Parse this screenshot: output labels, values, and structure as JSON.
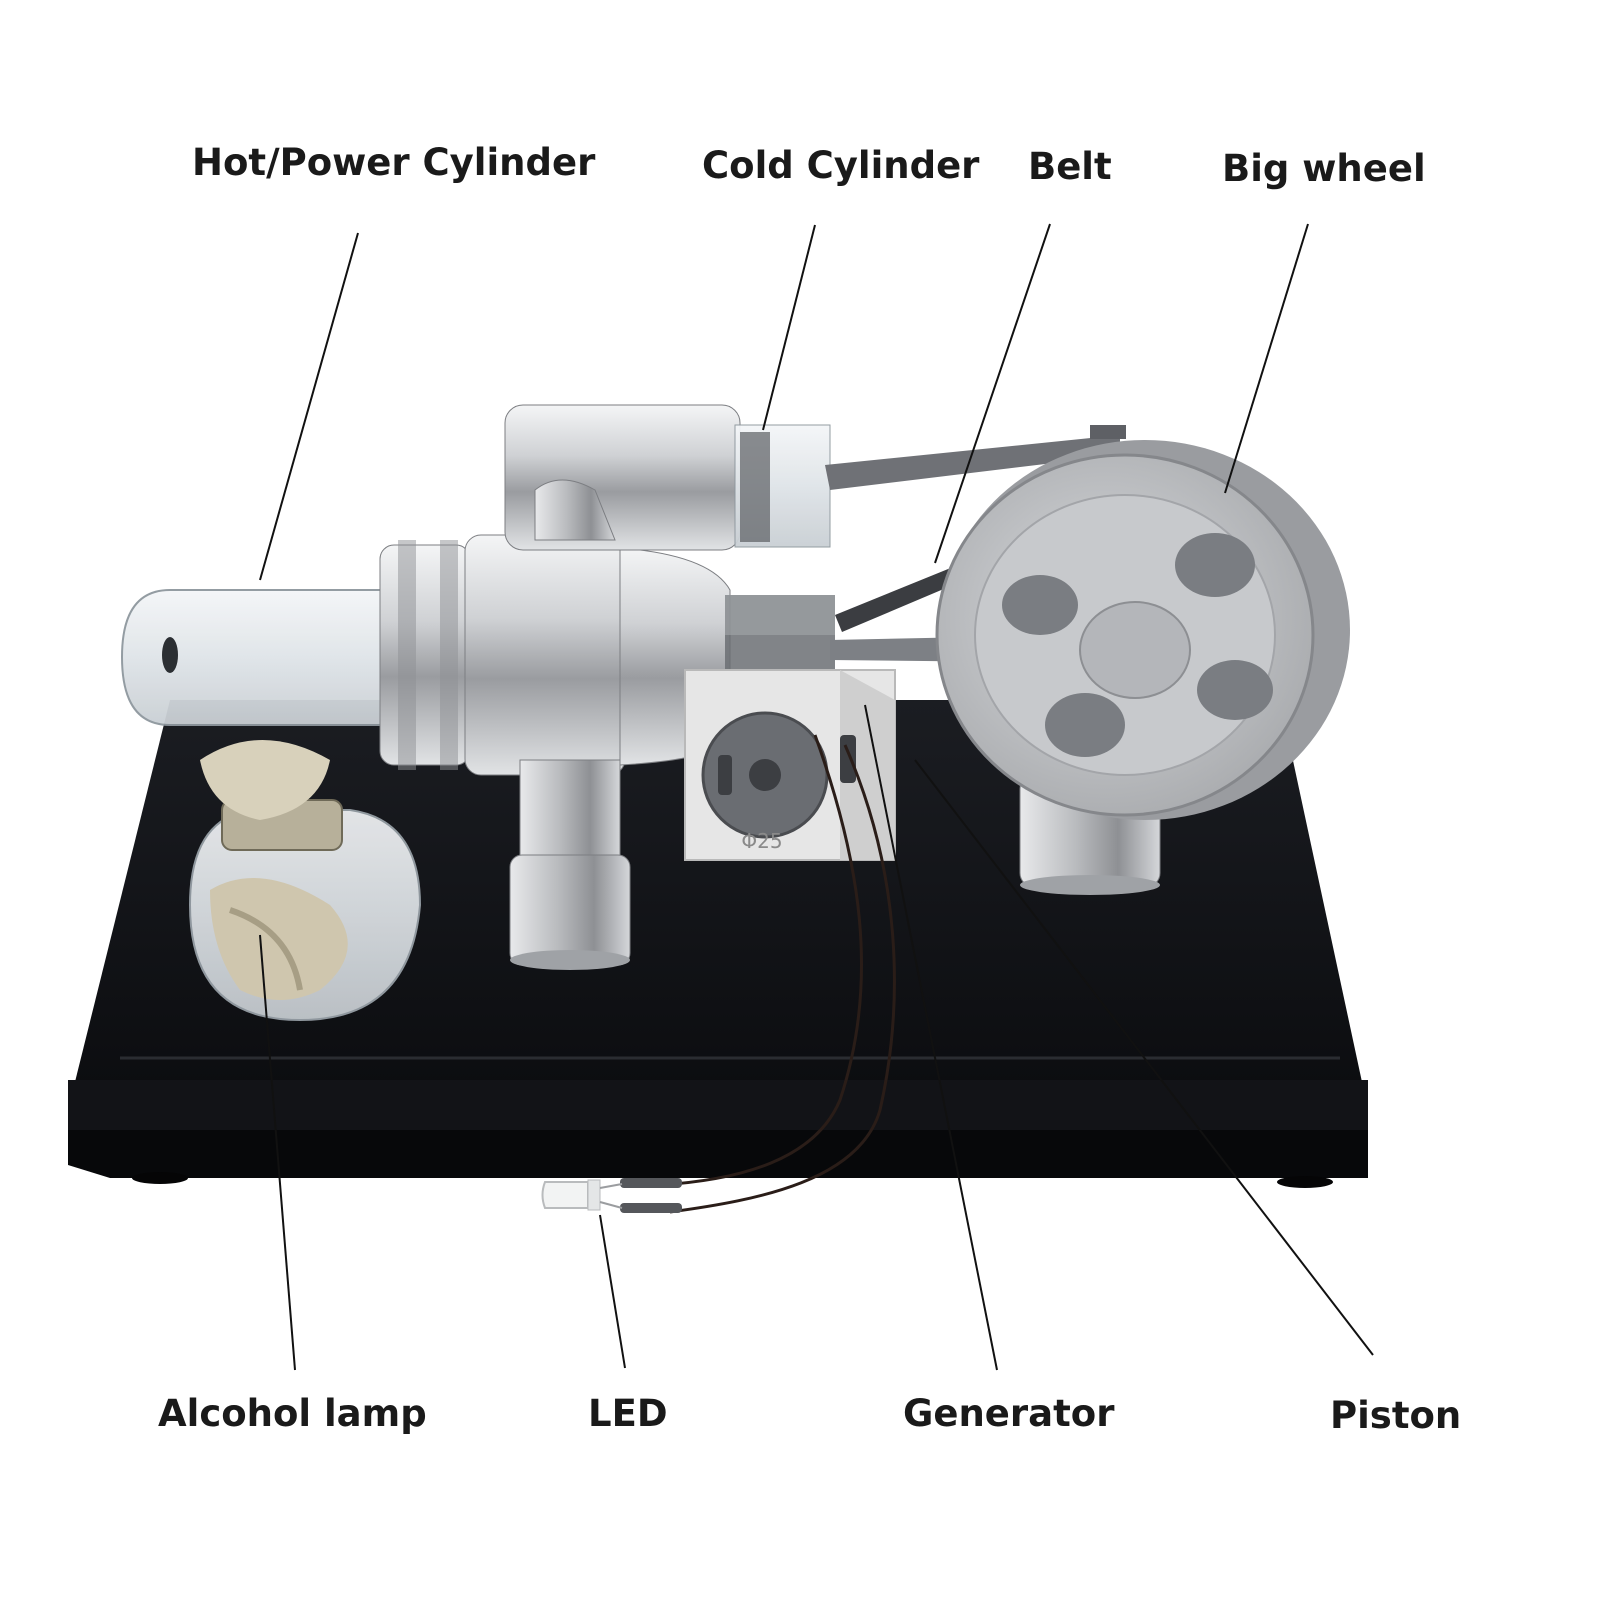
{
  "labels": {
    "hot_power_cylinder": "Hot/Power Cylinder",
    "cold_cylinder": "Cold Cylinder",
    "belt": "Belt",
    "big_wheel": "Big wheel",
    "alcohol_lamp": "Alcohol lamp",
    "led": "LED",
    "generator": "Generator",
    "piston": "Piston"
  },
  "generator_marking": "Φ25",
  "colors": {
    "background": "#ffffff",
    "label_text": "#1a1a1a",
    "leader_line": "#111111",
    "base": "#0e0f12",
    "aluminum": "#c9cbce",
    "glass": "#e8ecef",
    "wick": "#cfc6ae",
    "generator_block": "#e6e6e6"
  }
}
